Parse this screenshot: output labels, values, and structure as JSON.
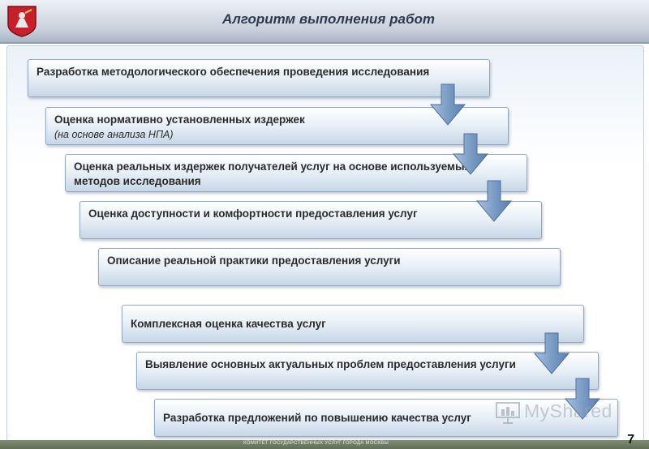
{
  "header": {
    "title": "Алгоритм выполнения работ"
  },
  "steps": [
    {
      "title": "Разработка методологического обеспечения проведения исследования",
      "note": ""
    },
    {
      "title": "Оценка нормативно установленных издержек",
      "note": "(на основе анализа НПА)"
    },
    {
      "title": "Оценка реальных издержек получателей услуг на основе используемых методов исследования",
      "note": ""
    },
    {
      "title": "Оценка доступности и комфортности предоставления услуг",
      "note": ""
    },
    {
      "title": "Описание реальной практики предоставления услуги",
      "note": ""
    },
    {
      "title": "Комплексная оценка качества услуг",
      "note": ""
    },
    {
      "title": "Выявление основных актуальных проблем предоставления услуги",
      "note": ""
    },
    {
      "title": "Разработка предложений по повышению качества услуг",
      "note": ""
    }
  ],
  "watermark": "MyShared",
  "footer": {
    "text": "КОМИТЕТ ГОСУДАРСТВЕННЫХ УСЛУГ ГОРОДА МОСКВЫ"
  },
  "page_number": "7",
  "colors": {
    "arrow": "#7a9cc6",
    "box_border": "#93a9c2",
    "title": "#2c3a4c",
    "emblem_red": "#c8202a"
  }
}
